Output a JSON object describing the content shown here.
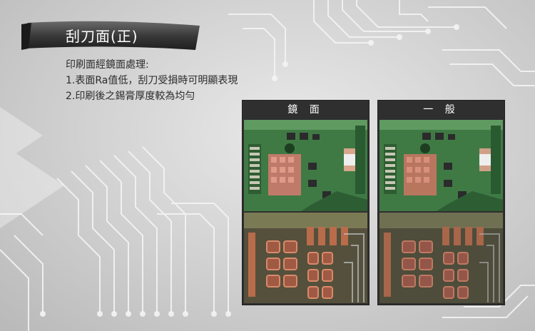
{
  "banner": {
    "title": "刮刀面(正)"
  },
  "description": {
    "heading": "印刷面經鏡面處理:",
    "points": [
      "1.表面Ra值低，刮刀受損時可明顯表現",
      "2.印刷後之錫膏厚度較為均勻"
    ]
  },
  "comparison": {
    "left_label": "鏡 面",
    "right_label": "一 般"
  }
}
